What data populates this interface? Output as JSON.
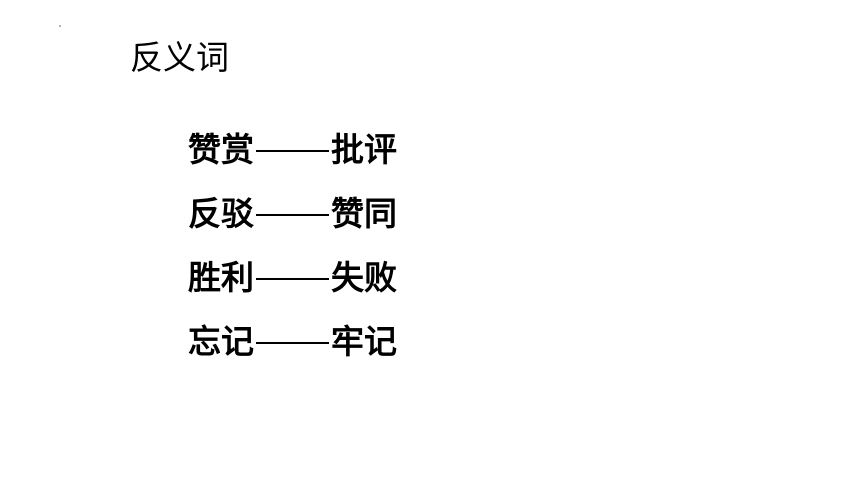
{
  "slide": {
    "title": "反义词",
    "pairs": [
      {
        "left": "赞赏",
        "right": "批评"
      },
      {
        "left": "反驳",
        "right": "赞同"
      },
      {
        "left": "胜利",
        "right": "失败"
      },
      {
        "left": "忘记",
        "right": "牢记"
      }
    ]
  },
  "colors": {
    "background": "#ffffff",
    "text": "#000000"
  }
}
